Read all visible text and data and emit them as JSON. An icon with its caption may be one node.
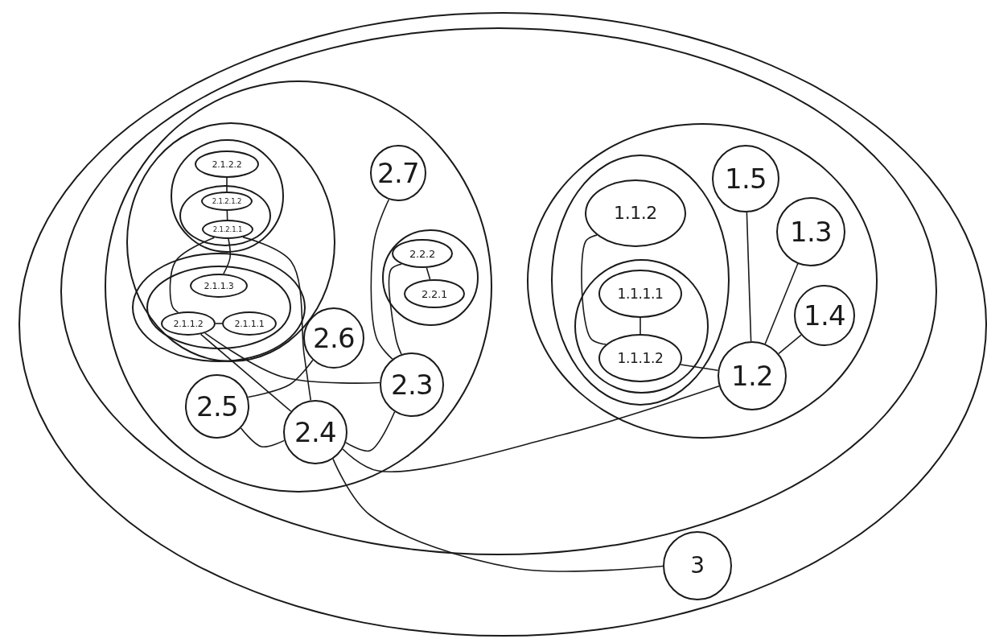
{
  "diagram": {
    "nodes": [
      {
        "text": [],
        "shape": "ellipse"
      },
      {
        "text": [],
        "shape": "ellipse",
        "in": 0
      },
      {
        "text": [],
        "shape": "ellipse",
        "in": 1
      },
      {
        "text": [],
        "shape": "ellipse",
        "in": 2
      },
      {
        "text": [],
        "shape": "circle",
        "in": 3
      },
      {
        "text": [
          "2.1.2.2"
        ],
        "in": 4
      },
      {
        "text": [],
        "shape": "ellipse",
        "in": 4
      },
      {
        "text": [
          "2.1.2.1.2"
        ],
        "in": 6
      },
      {
        "text": [
          "2.1.2.1.1"
        ],
        "in": 6
      },
      {
        "text": [],
        "shape": "ellipse",
        "in": 3
      },
      {
        "text": [],
        "shape": "ellipse",
        "in": 9
      },
      {
        "text": [
          "2.1.1.3"
        ],
        "in": 10
      },
      {
        "text": [
          "2.1.1.2"
        ],
        "in": 10
      },
      {
        "text": [
          "2.1.1.1"
        ],
        "in": 10
      },
      {
        "text": [
          "2.7"
        ],
        "in": 2
      },
      {
        "text": [],
        "shape": "circle",
        "in": 2
      },
      {
        "text": [
          "2.2.2"
        ],
        "in": 15
      },
      {
        "text": [
          "2.2.1"
        ],
        "in": 15
      },
      {
        "text": [
          "2.6"
        ],
        "in": 2
      },
      {
        "text": [
          "2.3"
        ],
        "in": 2
      },
      {
        "text": [
          "2.5"
        ],
        "in": 2
      },
      {
        "text": [
          "2.4"
        ],
        "in": 2
      },
      {
        "text": [],
        "shape": "ellipse",
        "in": 1
      },
      {
        "text": [],
        "shape": "ellipse",
        "in": 22
      },
      {
        "text": [
          "1.1.2"
        ],
        "in": 23
      },
      {
        "text": [],
        "shape": "circle",
        "in": 23
      },
      {
        "text": [
          "1.1.1.1"
        ],
        "in": 25
      },
      {
        "text": [
          "1.1.1.2"
        ],
        "in": 25
      },
      {
        "text": [
          "1.5"
        ],
        "in": 22
      },
      {
        "text": [
          "1.3"
        ],
        "in": 22
      },
      {
        "text": [
          "1.4"
        ],
        "in": 22
      },
      {
        "text": [
          "1.2"
        ],
        "in": 22
      },
      {
        "text": [
          "3"
        ],
        "in": 0
      }
    ],
    "edges": [
      {
        "from": 5,
        "to": 7,
        "arrow": "none"
      },
      {
        "from": 7,
        "to": 8,
        "arrow": "none"
      },
      {
        "from": 8,
        "to": 11,
        "arrow": "none"
      },
      {
        "from": 8,
        "to": 12,
        "arrow": "none"
      },
      {
        "from": 8,
        "to": 21,
        "arrow": "none"
      },
      {
        "from": 12,
        "to": 13,
        "arrow": "none"
      },
      {
        "from": 12,
        "to": 21,
        "arrow": "none"
      },
      {
        "from": 12,
        "to": 19,
        "arrow": "none"
      },
      {
        "from": 20,
        "to": 18,
        "arrow": "none"
      },
      {
        "from": 20,
        "to": 21,
        "arrow": "none"
      },
      {
        "from": 21,
        "to": 19,
        "arrow": "none"
      },
      {
        "from": 19,
        "to": 14,
        "arrow": "none"
      },
      {
        "from": 19,
        "to": 16,
        "arrow": "none"
      },
      {
        "from": 16,
        "to": 17,
        "arrow": "none"
      },
      {
        "from": 21,
        "to": 31,
        "arrow": "none"
      },
      {
        "from": 21,
        "to": 32,
        "arrow": "none"
      },
      {
        "from": 31,
        "to": 28,
        "arrow": "none"
      },
      {
        "from": 31,
        "to": 29,
        "arrow": "none"
      },
      {
        "from": 31,
        "to": 30,
        "arrow": "none"
      },
      {
        "from": 31,
        "to": 27,
        "arrow": "none"
      },
      {
        "from": 27,
        "to": 26,
        "arrow": "none"
      },
      {
        "from": 27,
        "to": 24,
        "arrow": "none"
      }
    ]
  }
}
